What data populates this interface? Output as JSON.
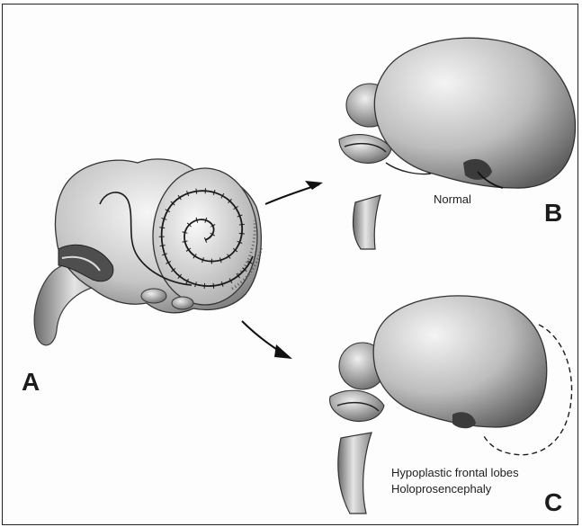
{
  "panels": {
    "a": {
      "letter": "A"
    },
    "b": {
      "letter": "B",
      "caption": "Normal"
    },
    "c": {
      "letter": "C",
      "caption_line1": "Hypoplastic frontal lobes",
      "caption_line2": "Holoprosencephaly"
    }
  },
  "colors": {
    "ink": "#1c1c1c",
    "shade_dark": "#6a6a6a",
    "shade_light": "#f2f2f2"
  }
}
